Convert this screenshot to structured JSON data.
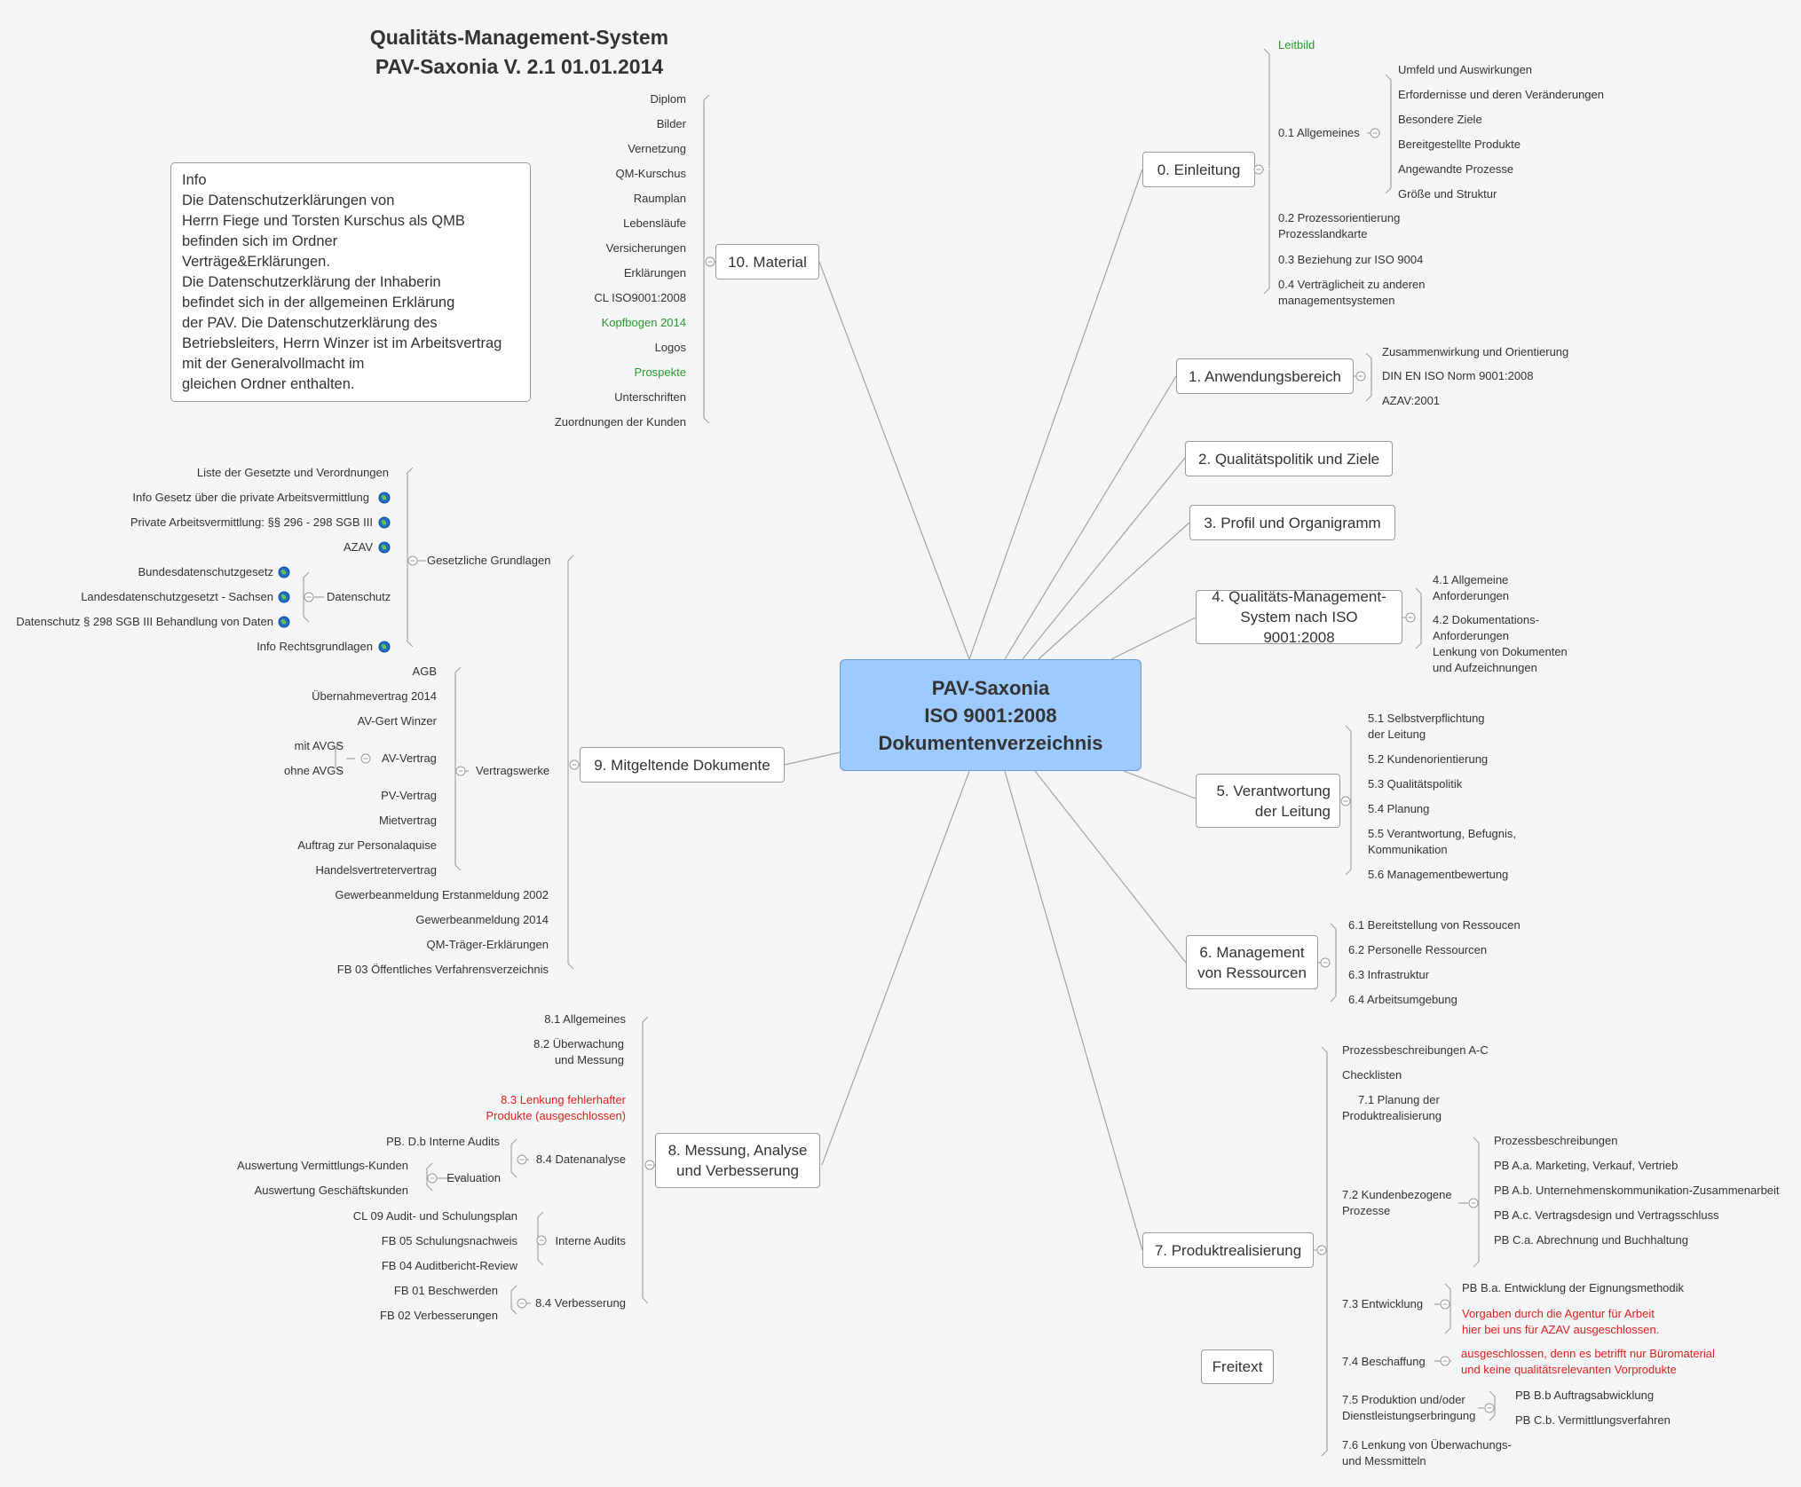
{
  "title": {
    "line1": "Qualitäts-Management-System",
    "line2": "PAV-Saxonia V. 2.1 01.01.2014"
  },
  "central": {
    "line1": "PAV-Saxonia",
    "line2": "ISO 9001:2008",
    "line3": "Dokumentenverzeichnis"
  },
  "info": {
    "text": "Info\nDie Datenschutzerklärungen von\nHerrn Fiege und Torsten Kurschus als QMB\nbefinden sich im Ordner\nVerträge&Erklärungen.\nDie Datenschutzerklärung der Inhaberin\nbefindet sich in der allgemeinen Erklärung\nder PAV. Die Datenschutzerklärung des\nBetriebsleiters, Herrn Winzer ist im Arbeitsvertrag\nmit der Generalvollmacht im\ngleichen Ordner enthalten."
  },
  "freitext": "Freitext",
  "topics": {
    "t0": "0. Einleitung",
    "t1": "1. Anwendungsbereich",
    "t2": "2. Qualitätspolitik und Ziele",
    "t3": "3. Profil und Organigramm",
    "t4a": "4. Qualitäts-Management-",
    "t4b": "System nach ISO 9001:2008",
    "t5a": "5. Verantwortung",
    "t5b": "der Leitung",
    "t6a": "6. Management",
    "t6b": "von Ressourcen",
    "t7": "7. Produktrealisierung",
    "t8a": "8. Messung, Analyse",
    "t8b": "und Verbesserung",
    "t9": "9. Mitgeltende Dokumente",
    "t10": "10. Material"
  },
  "einleitung": {
    "leitbild": "Leitbild",
    "allgemeines": "0.1 Allgemeines",
    "allg_items": [
      "Umfeld und Auswirkungen",
      "Erfordernisse und deren Veränderungen",
      "Besondere Ziele",
      "Bereitgestellte Produkte",
      "Angewandte Prozesse",
      "Größe und Struktur"
    ],
    "p02a": "0.2 Prozessorientierung",
    "p02b": "Prozesslandkarte",
    "p03": "0.3 Beziehung zur ISO 9004",
    "p04a": "0.4 Verträglicheit zu anderen",
    "p04b": "managementsystemen"
  },
  "anwendung": [
    "Zusammenwirkung und Orientierung",
    "DIN EN ISO Norm 9001:2008",
    "AZAV:2001"
  ],
  "qm": {
    "a1": "4.1 Allgemeine",
    "a2": "Anforderungen",
    "b1": "4.2 Dokumentations-",
    "b2": "Anforderungen",
    "b3": "Lenkung von Dokumenten",
    "b4": "und Aufzeichnungen"
  },
  "verantwortung": {
    "s51a": "5.1 Selbstverpflichtung",
    "s51b": "der Leitung",
    "s52": "5.2 Kundenorientierung",
    "s53": "5.3 Qualitätspolitik",
    "s54": "5.4 Planung",
    "s55a": "5.5 Verantwortung, Befugnis,",
    "s55b": "Kommunikation",
    "s56": "5.6 Managementbewertung"
  },
  "ressourcen": [
    "6.1 Bereitstellung von Ressoucen",
    "6.2 Personelle Ressourcen",
    "6.3 Infrastruktur",
    "6.4 Arbeitsumgebung"
  ],
  "produkt": {
    "pb_ac": "Prozessbeschreibungen A-C",
    "checklisten": "Checklisten",
    "p71a": "7.1 Planung der",
    "p71b": "Produktrealisierung",
    "p72a": "7.2 Kundenbezogene",
    "p72b": "Prozesse",
    "p72_items": [
      "Prozessbeschreibungen",
      "PB A.a. Marketing, Verkauf, Vertrieb",
      "PB A.b. Unternehmenskommunikation-Zusammenarbeit",
      "PB A.c. Vertragsdesign und Vertragsschluss",
      "PB C.a. Abrechnung und Buchhaltung"
    ],
    "p73": "7.3 Entwicklung",
    "p73_pb": "PB B.a. Entwicklung der Eignungsmethodik",
    "p73_red1": "Vorgaben durch die Agentur für Arbeit",
    "p73_red2": "hier bei uns für AZAV ausgeschlossen.",
    "p74": "7.4 Beschaffung",
    "p74_red1": "ausgeschlossen, denn es betrifft nur Büromaterial",
    "p74_red2": "und keine qualitätsrelevanten Vorprodukte",
    "p75a": "7.5 Produktion und/oder",
    "p75b": "Dienstleistungserbringung",
    "p75_items": [
      "PB B.b Auftragsabwicklung",
      "PB C.b. Vermittlungsverfahren"
    ],
    "p76a": "7.6 Lenkung von Überwachungs-",
    "p76b": "und Messmitteln"
  },
  "messung": {
    "m81": "8.1 Allgemeines",
    "m82a": "8.2 Überwachung",
    "m82b": "und Messung",
    "m83a": "8.3 Lenkung fehlerhafter",
    "m83b": "Produkte (ausgeschlossen)",
    "m84": "8.4 Datenanalyse",
    "pb_db": "PB. D.b  Interne Audits",
    "evaluation": "Evaluation",
    "eval_items": [
      "Auswertung Vermittlungs-Kunden",
      "Auswertung Geschäftskunden"
    ],
    "interne": "Interne Audits",
    "interne_items": [
      "CL 09 Audit- und Schulungsplan",
      "FB 05 Schulungsnachweis",
      "FB 04 Auditbericht-Review"
    ],
    "m84v": "8.4 Verbesserung",
    "verb_items": [
      "FB 01 Beschwerden",
      "FB 02 Verbesserungen"
    ]
  },
  "mitgeltende": {
    "gesetz": "Gesetzliche Grundlagen",
    "gesetz_items": [
      "Liste der Gesetzte und Verordnungen",
      "Info Gesetz über die private Arbeitsvermittlung",
      "Private Arbeitsvermittlung: §§ 296 - 298 SGB III",
      "AZAV"
    ],
    "datenschutz": "Datenschutz",
    "ds_items": [
      "Bundesdatenschutzgesetz",
      "Landesdatenschutzgesetzt - Sachsen",
      "Datenschutz § 298 SGB III Behandlung von Daten"
    ],
    "info_recht": "Info Rechtsgrundlagen",
    "vertrag": "Vertragswerke",
    "vertrag_top": [
      "AGB",
      "Übernahmevertrag 2014",
      "AV-Gert Winzer"
    ],
    "av": "AV-Vertrag",
    "av_items": [
      "mit AVGS",
      "ohne AVGS"
    ],
    "vertrag_bottom": [
      "PV-Vertrag",
      "Mietvertrag",
      "Auftrag zur Personalaquise",
      "Handelsvertretervertrag"
    ],
    "misc": [
      "Gewerbeanmeldung Erstanmeldung 2002",
      "Gewerbeanmeldung 2014",
      "QM-Träger-Erklärungen",
      "FB 03 Öffentliches Verfahrensverzeichnis"
    ]
  },
  "material": {
    "items": [
      "Diplom",
      "Bilder",
      "Vernetzung",
      "QM-Kurschus",
      "Raumplan",
      "Lebensläufe",
      "Versicherungen",
      "Erklärungen",
      "CL ISO9001:2008",
      "Kopfbogen 2014",
      "Logos",
      "Prospekte",
      "Unterschriften",
      "Zuordnungen der Kunden"
    ]
  },
  "colors": {
    "central": "#9ecbff",
    "green": "#2a9a2a",
    "red": "#e0201c",
    "globe": "#1e6fc7"
  }
}
